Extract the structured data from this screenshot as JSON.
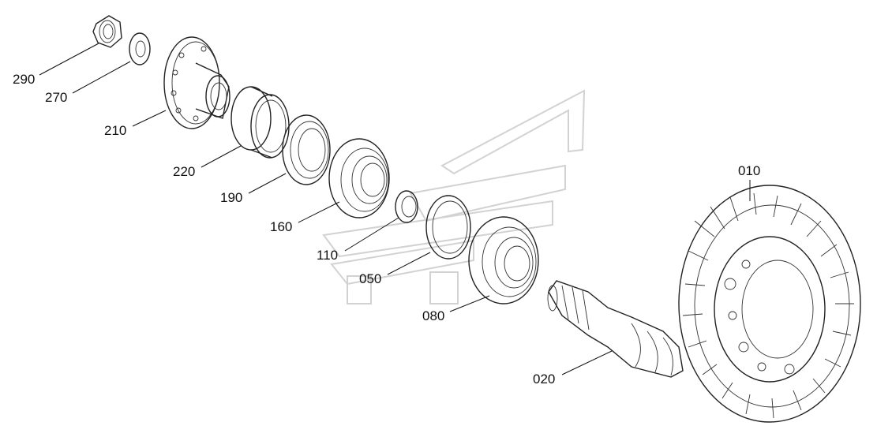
{
  "diagram": {
    "parts": [
      {
        "id": "nut",
        "number": "290",
        "name": "nut"
      },
      {
        "id": "washer",
        "number": "270",
        "name": "washer"
      },
      {
        "id": "flange",
        "number": "210",
        "name": "flange"
      },
      {
        "id": "dust-cover",
        "number": "220",
        "name": "dust cover"
      },
      {
        "id": "oil-seal",
        "number": "190",
        "name": "oil seal"
      },
      {
        "id": "front-bearing",
        "number": "160",
        "name": "bearing"
      },
      {
        "id": "spacer",
        "number": "110",
        "name": "spacer"
      },
      {
        "id": "shim",
        "number": "050",
        "name": "shim"
      },
      {
        "id": "rear-bearing",
        "number": "080",
        "name": "bearing"
      },
      {
        "id": "pinion-shaft",
        "number": "020",
        "name": "pinion shaft"
      },
      {
        "id": "ring-gear",
        "number": "010",
        "name": "ring gear"
      }
    ]
  }
}
